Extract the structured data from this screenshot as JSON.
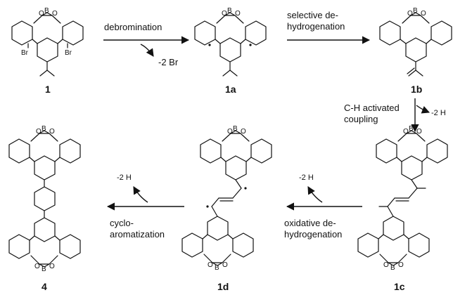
{
  "labels": {
    "debromination": "debromination",
    "minus_2br": "-2 Br",
    "selective_1": "selective de-",
    "selective_2": "hydrogenation",
    "ch_1": "C-H activated",
    "ch_2": "coupling",
    "minus_2h_right": "-2 H",
    "oxidative_1": "oxidative de-",
    "oxidative_2": "hydrogenation",
    "minus_2h_mid": "-2 H",
    "cyclo_1": "cyclo-",
    "cyclo_2": "aromatization",
    "minus_2h_left": "-2 H"
  },
  "compounds": {
    "c1": "1",
    "c1a": "1a",
    "c1b": "1b",
    "c1c": "1c",
    "c1d": "1d",
    "c4": "4"
  },
  "atoms": {
    "O": "O",
    "B": "B",
    "Br": "Br"
  }
}
